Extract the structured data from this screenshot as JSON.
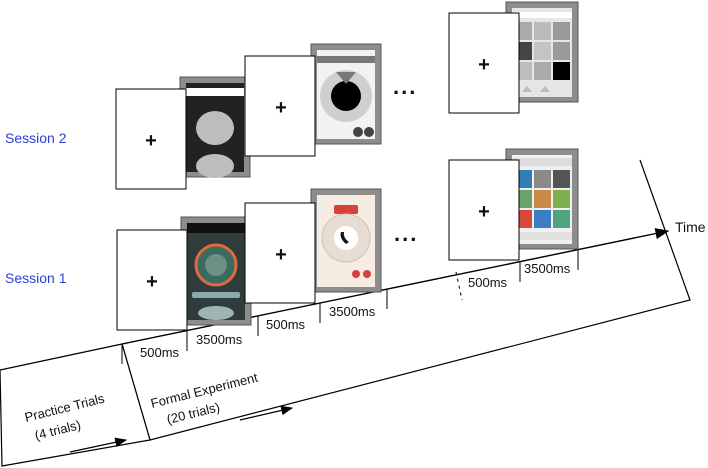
{
  "sessions": {
    "session2": "Session 2",
    "session1": "Session 1"
  },
  "axis": {
    "time_label": "Time"
  },
  "timeline": {
    "durations": [
      "500ms",
      "3500ms",
      "500ms",
      "3500ms",
      "500ms",
      "3500ms"
    ]
  },
  "phases": {
    "practice_line1": "Practice Trials",
    "practice_line2": "(4 trials)",
    "formal_line1": "Formal Experiment",
    "formal_line2": "(20 trials)"
  },
  "symbols": {
    "fixation": "+",
    "ellipsis": "..."
  },
  "colors": {
    "session_label": "#2b3fd6",
    "frame": "#8d8d8d",
    "line": "#000000"
  }
}
